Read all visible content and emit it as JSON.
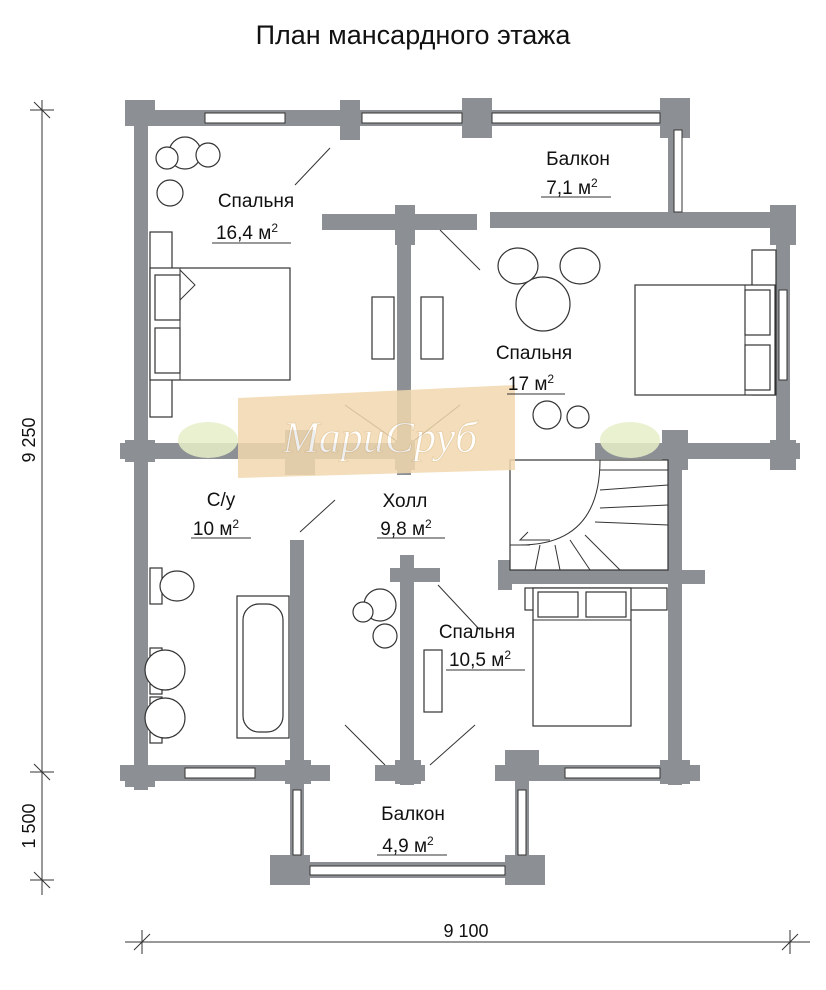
{
  "title": "План мансардного этажа",
  "watermark": "МариСруб",
  "dimensions": {
    "height_main": "9 250",
    "height_balcony": "1 500",
    "width": "9 100"
  },
  "rooms": [
    {
      "name": "Спальня",
      "area": "16,4 м",
      "unit_sup": "2"
    },
    {
      "name": "Балкон",
      "area": "7,1 м",
      "unit_sup": "2"
    },
    {
      "name": "Спальня",
      "area": "17 м",
      "unit_sup": "2"
    },
    {
      "name": "С/у",
      "area": "10 м",
      "unit_sup": "2"
    },
    {
      "name": "Холл",
      "area": "9,8 м",
      "unit_sup": "2"
    },
    {
      "name": "Спальня",
      "area": "10,5 м",
      "unit_sup": "2"
    },
    {
      "name": "Балкон",
      "area": "4,9 м",
      "unit_sup": "2"
    }
  ],
  "colors": {
    "wall": "#8c9094",
    "watermark_wood": "#f1d8ae",
    "watermark_leaf": "#e6efc8"
  }
}
